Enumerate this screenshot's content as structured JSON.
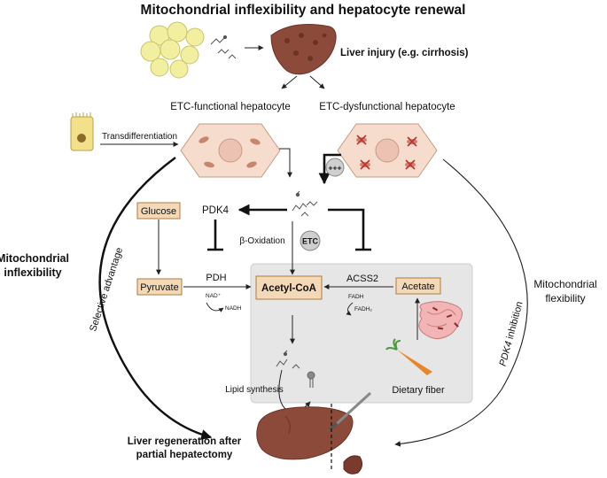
{
  "title": "Mitochondrial inflexibility and hepatocyte renewal",
  "top": {
    "liver_injury": "Liver injury (e.g. cirrhosis)",
    "etc_functional": "ETC-functional hepatocyte",
    "etc_dysfunctional": "ETC-dysfunctional hepatocyte",
    "transdifferentiation": "Transdifferentiation",
    "plus_badge": "+++"
  },
  "pathway": {
    "glucose": "Glucose",
    "pyruvate": "Pyruvate",
    "pdk4": "PDK4",
    "pdh": "PDH",
    "nad": "NAD⁺",
    "nadh": "NADH",
    "beta_oxidation": "β-Oxidation",
    "etc": "ETC",
    "acetyl_coa": "Acetyl-CoA",
    "acss2": "ACSS2",
    "acetate": "Acetate",
    "fadh": "FADH",
    "fadh2": "FADH₂",
    "lipid_synthesis": "Lipid synthesis",
    "dietary_fiber": "Dietary fiber"
  },
  "sides": {
    "selective_advantage": "Selective advantage",
    "mito_inflex_line1": "Mitochondrial",
    "mito_inflex_line2": "inflexibility",
    "pdk4_inhibition_italic": "PDK4",
    "pdk4_inhibition_rest": " inhibition",
    "mito_flex_line1": "Mitochondrial",
    "mito_flex_line2": "flexibility"
  },
  "bottom": {
    "regen_line1": "Liver regeneration after",
    "regen_line2": "partial hepatectomy"
  },
  "colors": {
    "box_fill": "#f3d9b8",
    "box_stroke": "#b07a3c",
    "panel_fill": "#e6e6e6",
    "liver": "#8c4a3a",
    "hepatocyte": "#f6dccc",
    "fat": "#f2f0a0"
  }
}
